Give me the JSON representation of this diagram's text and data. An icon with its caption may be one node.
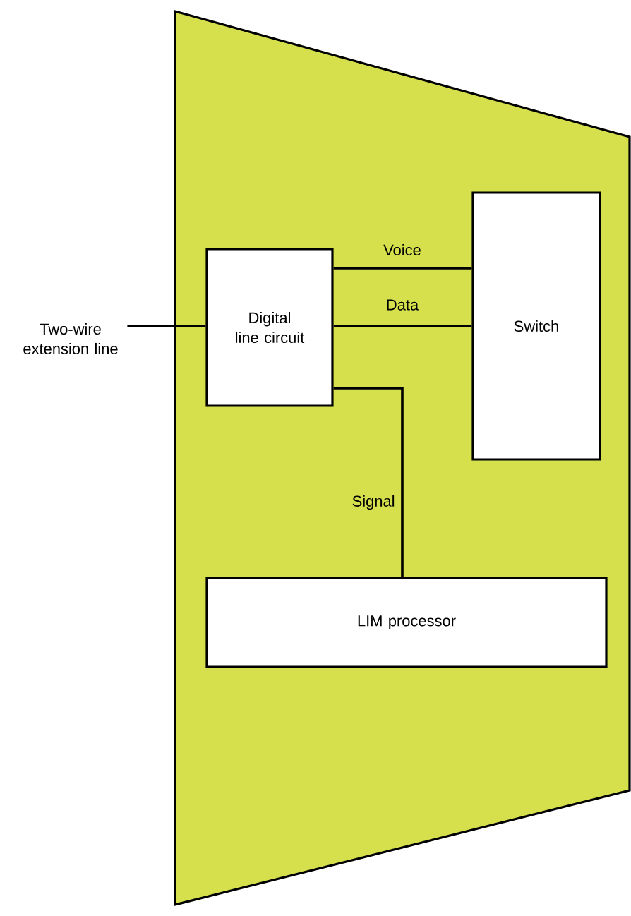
{
  "diagram": {
    "nodes": [
      {
        "text": [],
        "shape": "trapezoid"
      },
      {
        "text": [
          "Two-wire extension line"
        ]
      },
      {
        "text": [
          "Digital line circuit"
        ],
        "in": 0
      },
      {
        "text": [
          "Switch"
        ],
        "in": 0
      },
      {
        "text": [
          "LIM processor"
        ],
        "in": 0
      }
    ],
    "edges": [
      {
        "from": 1,
        "to": 2,
        "arrow": "none"
      },
      {
        "from": 2,
        "to": 3,
        "arrow": "none",
        "label": "Voice"
      },
      {
        "from": 2,
        "to": 3,
        "arrow": "none",
        "label": "Data"
      },
      {
        "from": 2,
        "to": 4,
        "arrow": "none",
        "label": "Signal"
      }
    ]
  }
}
